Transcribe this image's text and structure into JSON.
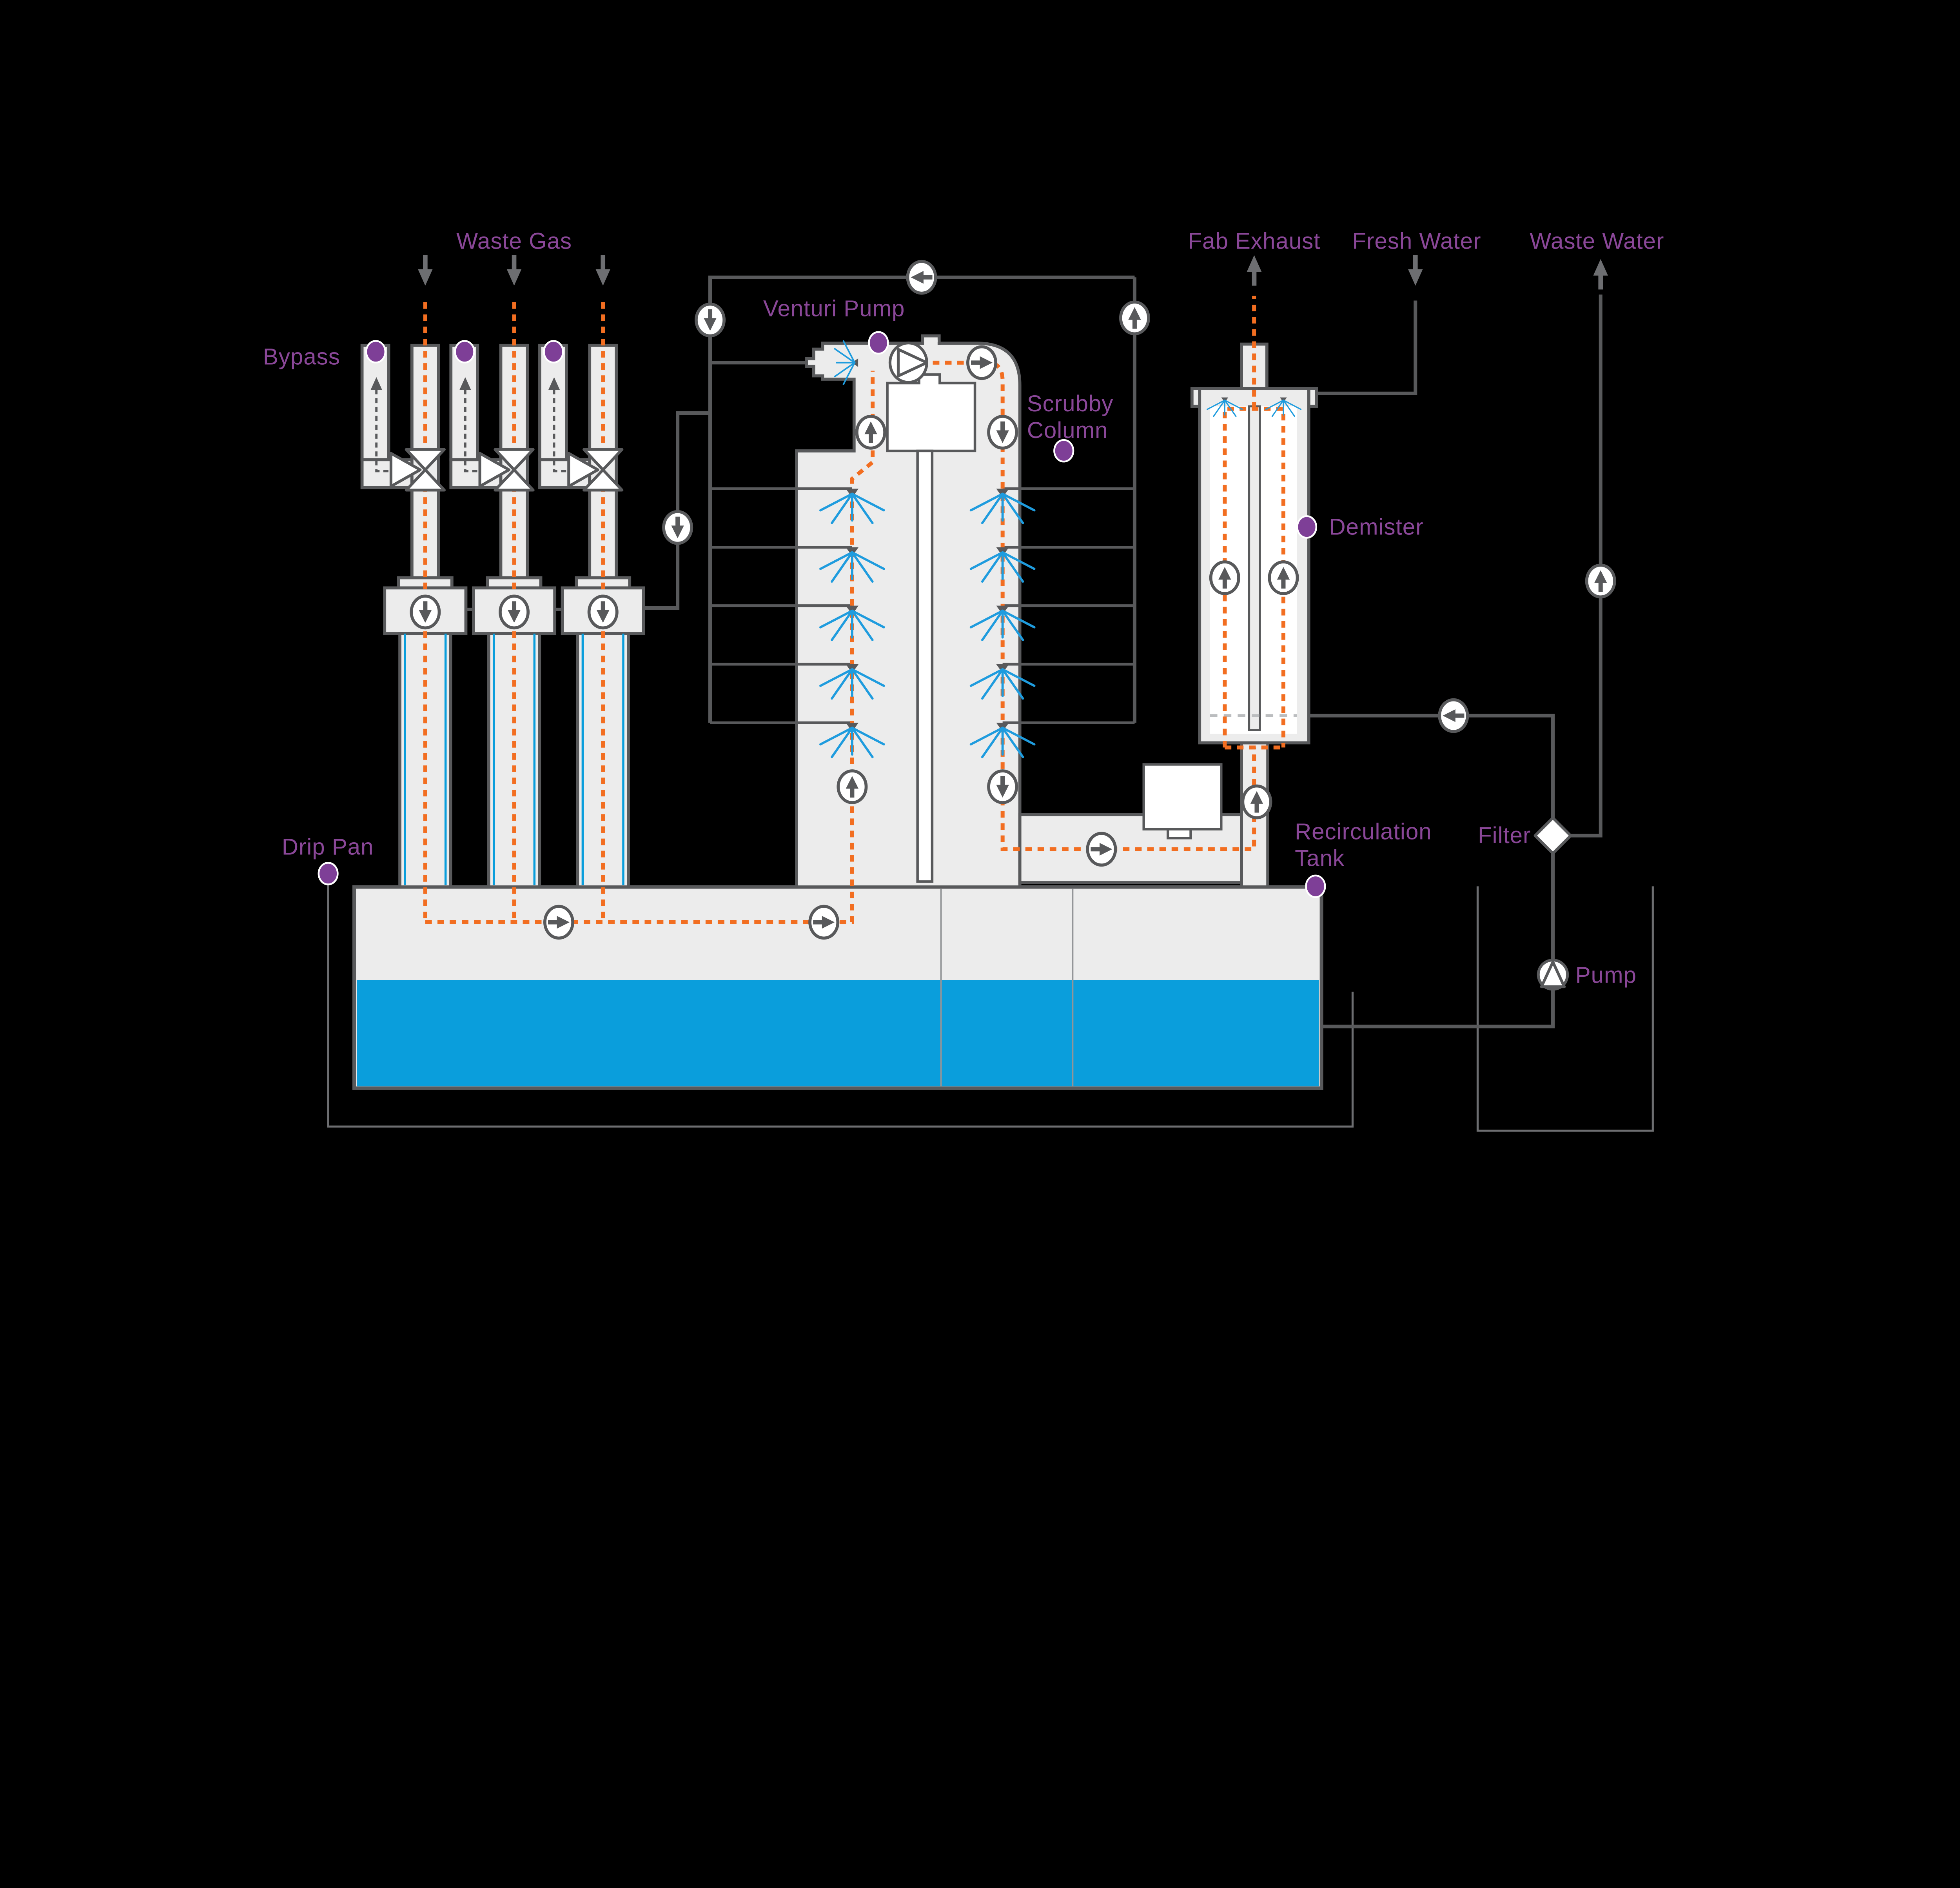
{
  "diagram": {
    "type": "process-flow-diagram",
    "subject": "wet-scrubber-gas-abatement-system",
    "labels": {
      "waste_gas": "Waste Gas",
      "bypass": "Bypass",
      "venturi_pump": "Venturi Pump",
      "scrubby_column": {
        "line1": "Scrubby",
        "line2": "Column"
      },
      "fab_exhaust": "Fab Exhaust",
      "fresh_water": "Fresh Water",
      "waste_water": "Waste Water",
      "demister": "Demister",
      "drip_pan": "Drip Pan",
      "recirculation_tank": {
        "line1": "Recirculation",
        "line2": "Tank"
      },
      "filter": "Filter",
      "pump": "Pump"
    },
    "colors": {
      "background": "#000000",
      "equipment_fill": "#ECECEC",
      "equipment_outline": "#58595B",
      "gas_path_orange": "#F26E21",
      "water_blue": "#0A9EDC",
      "spray_blue": "#1F9CDE",
      "label_purple": "#8A4798",
      "marker_purple": "#7E3F97",
      "level_dash_gray": "#BBBDBF",
      "pan_outline_gray": "#6D6E71"
    },
    "icon_legend": {
      "flow-indicator-icon": "white ellipse with gray directional arrow",
      "pump-icon": "circle with inscribed triangle",
      "filter-icon": "white diamond",
      "valve-icon": "three white triangles (bowtie + side wedge)",
      "spray-nozzle-icon": "blue spray fan",
      "label-marker-icon": "purple dot"
    }
  }
}
